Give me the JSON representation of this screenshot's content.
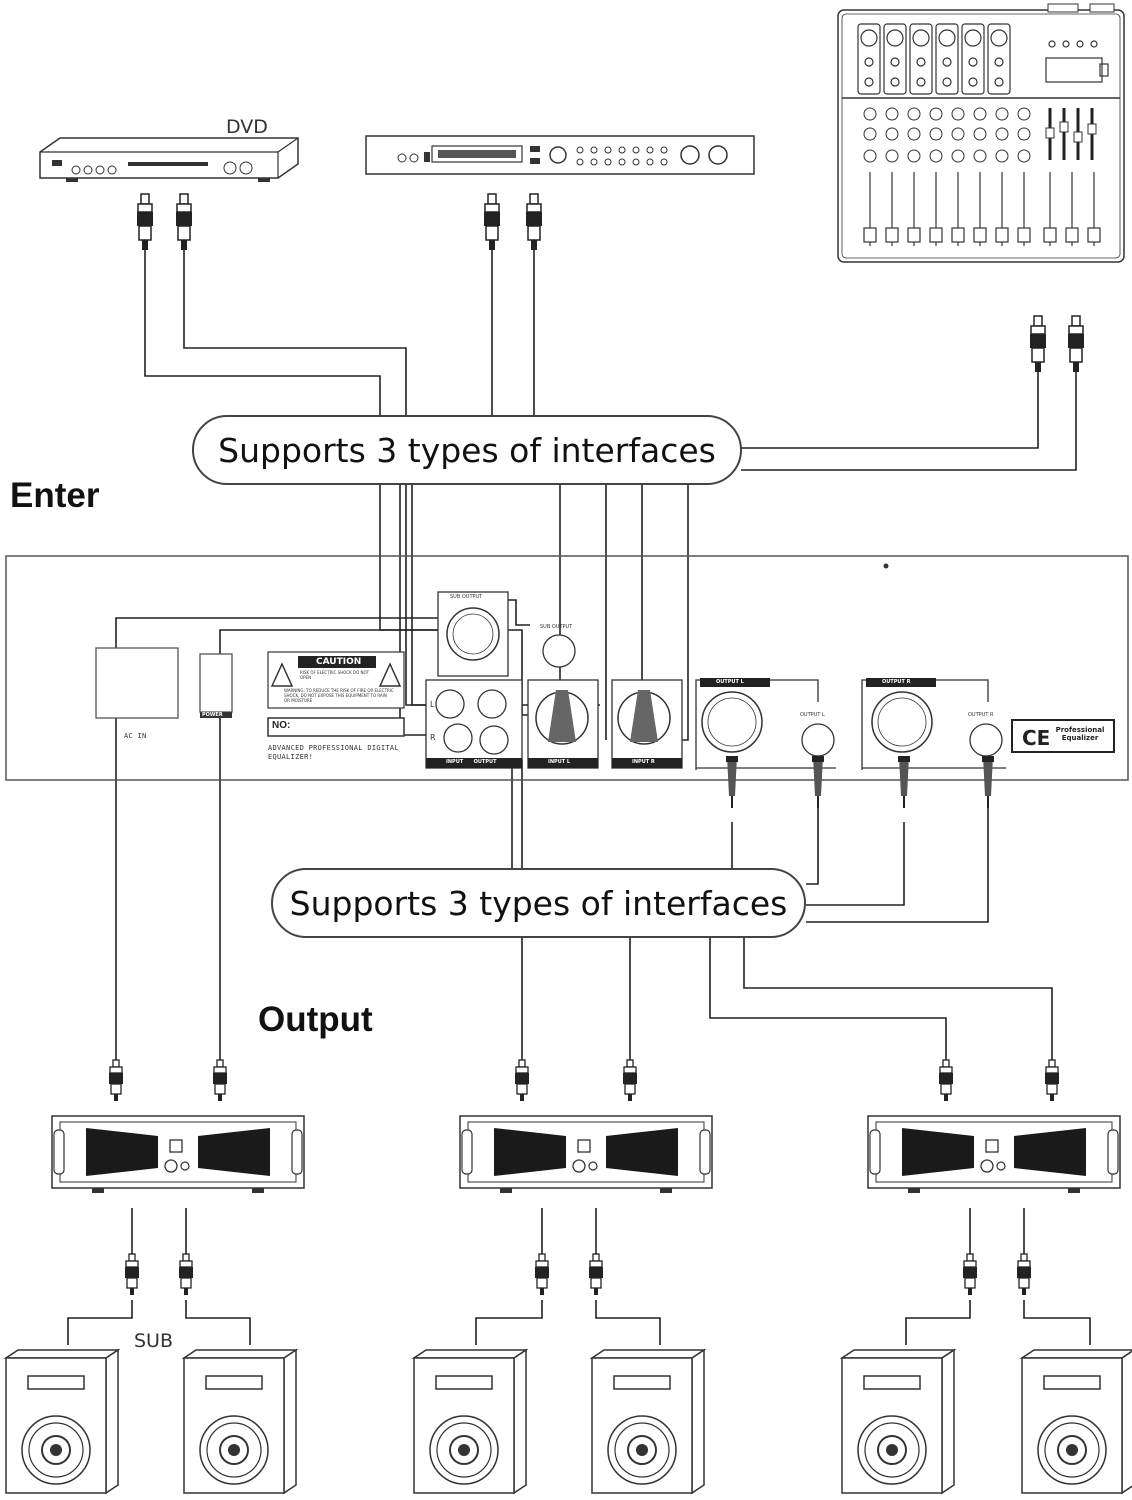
{
  "labels": {
    "dvd": "DVD",
    "enter": "Enter",
    "output": "Output",
    "sub": "SUB",
    "interfaces_top": "Supports 3 types of interfaces",
    "interfaces_bottom": "Supports 3 types of interfaces"
  },
  "panel": {
    "ac_in": "AC IN",
    "power": "POWER",
    "caution": "CAUTION",
    "caution_sub": "RISK OF ELECTRIC SHOCK DO NOT OPEN",
    "warning_text": "WARNING: TO REDUCE THE RISK OF FIRE OR ELECTRIC SHOCK, DO NOT EXPOSE THIS EQUIPMENT TO RAIN OR MOISTURE",
    "no": "NO:",
    "model_line1": "ADVANCED PROFESSIONAL DIGITAL",
    "model_line2": "EQUALIZER!",
    "sub_output_xlr": "SUB OUTPUT",
    "sub_output_rca": "SUB OUTPUT",
    "in_l": "L",
    "in_r": "R",
    "input_output": "INPUT      OUTPUT",
    "input_l": "INPUT L",
    "input_r": "INPUT R",
    "output_l": "OUTPUT L",
    "output_l_rca": "OUTPUT L",
    "output_r": "OUTPUT R",
    "output_r_rca": "OUTPUT R",
    "ce_text": "Professional Equalizer"
  }
}
